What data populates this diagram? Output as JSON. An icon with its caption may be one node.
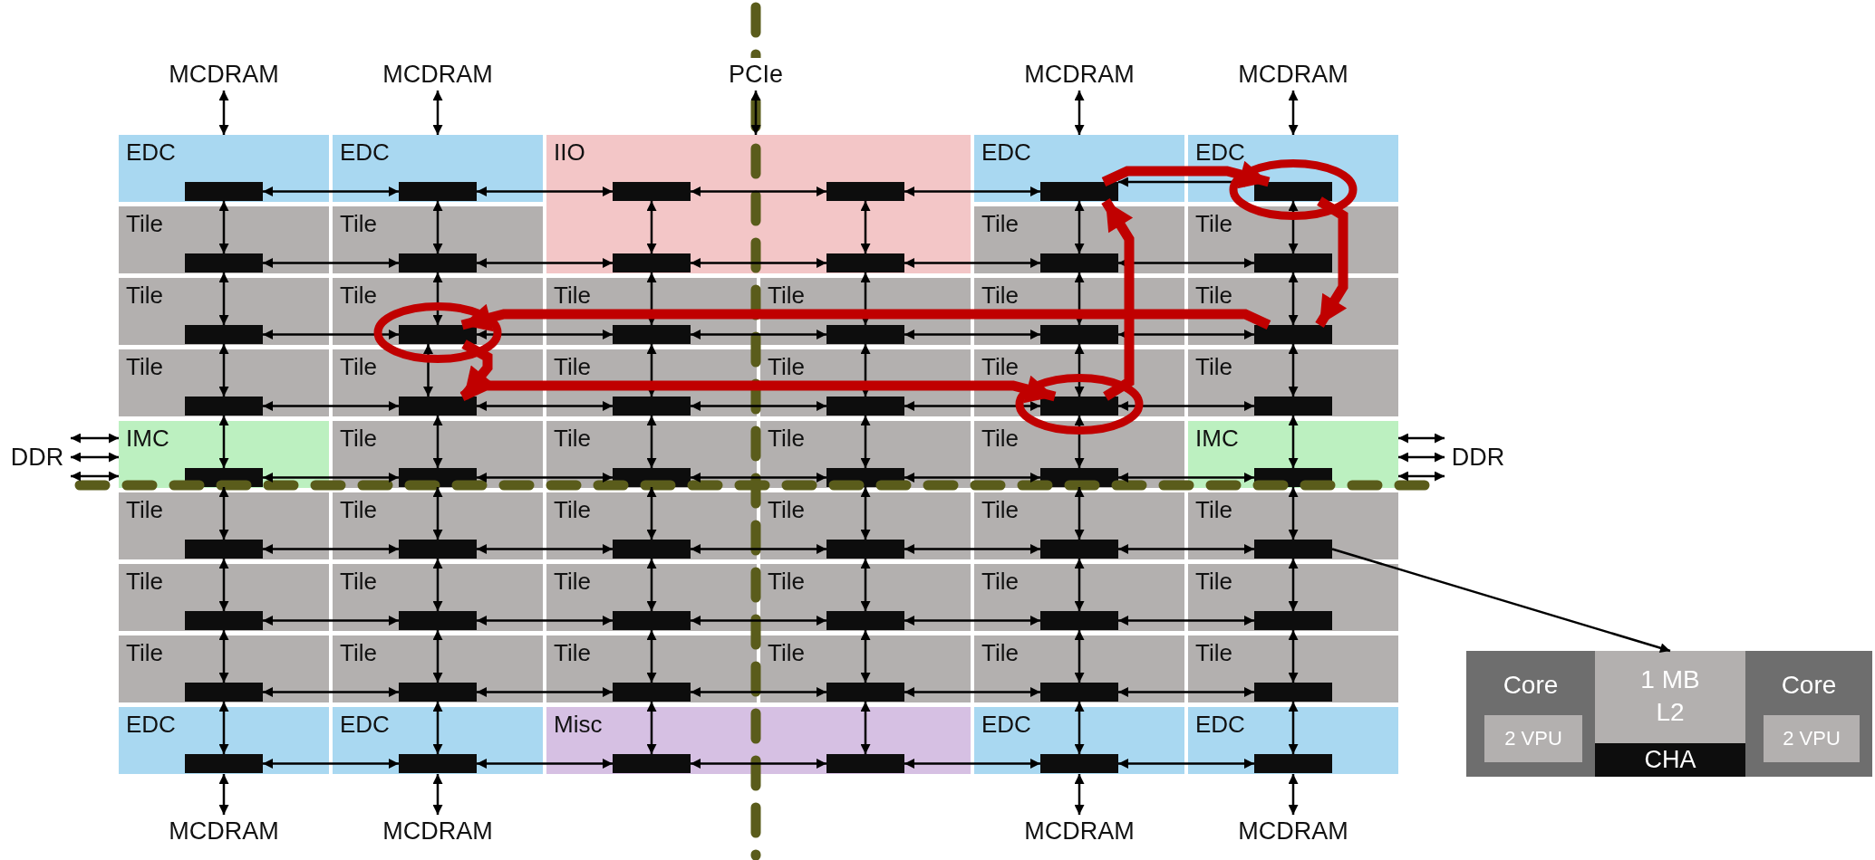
{
  "diagram": {
    "nodes": [
      {
        "text": [
          "MCDRAM"
        ]
      },
      {
        "text": [
          "MCDRAM"
        ]
      },
      {
        "text": [
          "PCIe"
        ]
      },
      {
        "text": [
          "MCDRAM"
        ]
      },
      {
        "text": [
          "MCDRAM"
        ]
      },
      {
        "text": [
          "EDC"
        ]
      },
      {
        "text": [
          "EDC"
        ]
      },
      {
        "text": [
          "IIO"
        ]
      },
      {
        "text": [
          "EDC"
        ]
      },
      {
        "text": [
          "EDC"
        ]
      },
      {
        "text": [
          "Tile"
        ]
      },
      {
        "text": [
          "Tile"
        ]
      },
      {
        "text": [
          "Tile"
        ]
      },
      {
        "text": [
          "Tile"
        ]
      },
      {
        "text": [
          "Tile"
        ]
      },
      {
        "text": [
          "Tile"
        ]
      },
      {
        "text": [
          "Tile"
        ]
      },
      {
        "text": [
          "Tile"
        ]
      },
      {
        "text": [
          "Tile"
        ]
      },
      {
        "text": [
          "Tile"
        ]
      },
      {
        "text": [
          "Tile"
        ]
      },
      {
        "text": [
          "Tile"
        ]
      },
      {
        "text": [
          "Tile"
        ]
      },
      {
        "text": [
          "Tile"
        ]
      },
      {
        "text": [
          "Tile"
        ]
      },
      {
        "text": [
          "Tile"
        ]
      },
      {
        "text": [
          "IMC"
        ]
      },
      {
        "text": [
          "Tile"
        ]
      },
      {
        "text": [
          "Tile"
        ]
      },
      {
        "text": [
          "Tile"
        ]
      },
      {
        "text": [
          "Tile"
        ]
      },
      {
        "text": [
          "IMC"
        ]
      },
      {
        "text": [
          "Tile"
        ]
      },
      {
        "text": [
          "Tile"
        ]
      },
      {
        "text": [
          "Tile"
        ]
      },
      {
        "text": [
          "Tile"
        ]
      },
      {
        "text": [
          "Tile"
        ]
      },
      {
        "text": [
          "Tile"
        ]
      },
      {
        "text": [
          "Tile"
        ]
      },
      {
        "text": [
          "Tile"
        ]
      },
      {
        "text": [
          "Tile"
        ]
      },
      {
        "text": [
          "Tile"
        ]
      },
      {
        "text": [
          "Tile"
        ]
      },
      {
        "text": [
          "Tile"
        ]
      },
      {
        "text": [
          "Tile"
        ]
      },
      {
        "text": [
          "Tile"
        ]
      },
      {
        "text": [
          "Tile"
        ]
      },
      {
        "text": [
          "Tile"
        ]
      },
      {
        "text": [
          "Tile"
        ]
      },
      {
        "text": [
          "Tile"
        ]
      },
      {
        "text": [
          "EDC"
        ]
      },
      {
        "text": [
          "EDC"
        ]
      },
      {
        "text": [
          "Misc"
        ]
      },
      {
        "text": [
          "EDC"
        ]
      },
      {
        "text": [
          "EDC"
        ]
      },
      {
        "text": [
          "DDR"
        ]
      },
      {
        "text": [
          "DDR"
        ]
      },
      {
        "text": [
          "MCDRAM"
        ]
      },
      {
        "text": [
          "MCDRAM"
        ]
      },
      {
        "text": [
          "MCDRAM"
        ]
      },
      {
        "text": [
          "MCDRAM"
        ]
      },
      {
        "text": [],
        "shape": "bar",
        "in": 5
      },
      {
        "text": [],
        "shape": "bar",
        "in": 6
      },
      {
        "text": [],
        "shape": "bar",
        "in": 7
      },
      {
        "text": [],
        "shape": "bar",
        "in": 7
      },
      {
        "text": [],
        "shape": "bar",
        "in": 8
      },
      {
        "text": [],
        "shape": "bar",
        "in": 9
      },
      {
        "text": [],
        "shape": "bar",
        "in": 10
      },
      {
        "text": [],
        "shape": "bar",
        "in": 11
      },
      {
        "text": [],
        "shape": "bar",
        "in": 7
      },
      {
        "text": [],
        "shape": "bar",
        "in": 7
      },
      {
        "text": [],
        "shape": "bar",
        "in": 12
      },
      {
        "text": [],
        "shape": "bar",
        "in": 13
      },
      {
        "text": [],
        "shape": "bar",
        "in": 14
      },
      {
        "text": [],
        "shape": "bar",
        "in": 15
      },
      {
        "text": [],
        "shape": "bar",
        "in": 16
      },
      {
        "text": [],
        "shape": "bar",
        "in": 17
      },
      {
        "text": [],
        "shape": "bar",
        "in": 18
      },
      {
        "text": [],
        "shape": "bar",
        "in": 19
      },
      {
        "text": [],
        "shape": "bar",
        "in": 20
      },
      {
        "text": [],
        "shape": "bar",
        "in": 21
      },
      {
        "text": [],
        "shape": "bar",
        "in": 22
      },
      {
        "text": [],
        "shape": "bar",
        "in": 23
      },
      {
        "text": [],
        "shape": "bar",
        "in": 24
      },
      {
        "text": [],
        "shape": "bar",
        "in": 25
      },
      {
        "text": [],
        "shape": "bar",
        "in": 26
      },
      {
        "text": [],
        "shape": "bar",
        "in": 27
      },
      {
        "text": [],
        "shape": "bar",
        "in": 28
      },
      {
        "text": [],
        "shape": "bar",
        "in": 29
      },
      {
        "text": [],
        "shape": "bar",
        "in": 30
      },
      {
        "text": [],
        "shape": "bar",
        "in": 31
      },
      {
        "text": [],
        "shape": "bar",
        "in": 32
      },
      {
        "text": [],
        "shape": "bar",
        "in": 33
      },
      {
        "text": [],
        "shape": "bar",
        "in": 34
      },
      {
        "text": [],
        "shape": "bar",
        "in": 35
      },
      {
        "text": [],
        "shape": "bar",
        "in": 36
      },
      {
        "text": [],
        "shape": "bar",
        "in": 37
      },
      {
        "text": [],
        "shape": "bar",
        "in": 38
      },
      {
        "text": [],
        "shape": "bar",
        "in": 39
      },
      {
        "text": [],
        "shape": "bar",
        "in": 40
      },
      {
        "text": [],
        "shape": "bar",
        "in": 41
      },
      {
        "text": [],
        "shape": "bar",
        "in": 42
      },
      {
        "text": [],
        "shape": "bar",
        "in": 43
      },
      {
        "text": [],
        "shape": "bar",
        "in": 44
      },
      {
        "text": [],
        "shape": "bar",
        "in": 45
      },
      {
        "text": [],
        "shape": "bar",
        "in": 46
      },
      {
        "text": [],
        "shape": "bar",
        "in": 47
      },
      {
        "text": [],
        "shape": "bar",
        "in": 48
      },
      {
        "text": [],
        "shape": "bar",
        "in": 49
      },
      {
        "text": [],
        "shape": "bar",
        "in": 50
      },
      {
        "text": [],
        "shape": "bar",
        "in": 51
      },
      {
        "text": [],
        "shape": "bar",
        "in": 52
      },
      {
        "text": [],
        "shape": "bar",
        "in": 52
      },
      {
        "text": [],
        "shape": "bar",
        "in": 53
      },
      {
        "text": [],
        "shape": "bar",
        "in": 54
      },
      {
        "text": [
          "Core"
        ]
      },
      {
        "text": [
          "2 VPU"
        ],
        "in": 115
      },
      {
        "text": [
          "1 MB L2"
        ]
      },
      {
        "text": [
          "CHA"
        ],
        "in": 117
      },
      {
        "text": [
          "Core"
        ]
      },
      {
        "text": [
          "2 VPU"
        ],
        "in": 119
      }
    ],
    "edges": [
      {
        "from": 61,
        "to": 62,
        "arrow": "both"
      },
      {
        "from": 62,
        "to": 63,
        "arrow": "both"
      },
      {
        "from": 63,
        "to": 64,
        "arrow": "both"
      },
      {
        "from": 64,
        "to": 65,
        "arrow": "both"
      },
      {
        "from": 65,
        "to": 66,
        "arrow": "both"
      },
      {
        "from": 67,
        "to": 68,
        "arrow": "both"
      },
      {
        "from": 68,
        "to": 69,
        "arrow": "both"
      },
      {
        "from": 69,
        "to": 70,
        "arrow": "both"
      },
      {
        "from": 70,
        "to": 71,
        "arrow": "both"
      },
      {
        "from": 71,
        "to": 72,
        "arrow": "both"
      },
      {
        "from": 73,
        "to": 74,
        "arrow": "both"
      },
      {
        "from": 74,
        "to": 75,
        "arrow": "both"
      },
      {
        "from": 75,
        "to": 76,
        "arrow": "both"
      },
      {
        "from": 76,
        "to": 77,
        "arrow": "both"
      },
      {
        "from": 77,
        "to": 78,
        "arrow": "both"
      },
      {
        "from": 79,
        "to": 80,
        "arrow": "both"
      },
      {
        "from": 80,
        "to": 81,
        "arrow": "both"
      },
      {
        "from": 81,
        "to": 82,
        "arrow": "both"
      },
      {
        "from": 82,
        "to": 83,
        "arrow": "both"
      },
      {
        "from": 83,
        "to": 84,
        "arrow": "both"
      },
      {
        "from": 85,
        "to": 86,
        "arrow": "both"
      },
      {
        "from": 86,
        "to": 87,
        "arrow": "both"
      },
      {
        "from": 87,
        "to": 88,
        "arrow": "both"
      },
      {
        "from": 88,
        "to": 89,
        "arrow": "both"
      },
      {
        "from": 89,
        "to": 90,
        "arrow": "both"
      },
      {
        "from": 91,
        "to": 92,
        "arrow": "both"
      },
      {
        "from": 92,
        "to": 93,
        "arrow": "both"
      },
      {
        "from": 93,
        "to": 94,
        "arrow": "both"
      },
      {
        "from": 94,
        "to": 95,
        "arrow": "both"
      },
      {
        "from": 95,
        "to": 96,
        "arrow": "both"
      },
      {
        "from": 97,
        "to": 98,
        "arrow": "both"
      },
      {
        "from": 98,
        "to": 99,
        "arrow": "both"
      },
      {
        "from": 99,
        "to": 100,
        "arrow": "both"
      },
      {
        "from": 100,
        "to": 101,
        "arrow": "both"
      },
      {
        "from": 101,
        "to": 102,
        "arrow": "both"
      },
      {
        "from": 103,
        "to": 104,
        "arrow": "both"
      },
      {
        "from": 104,
        "to": 105,
        "arrow": "both"
      },
      {
        "from": 105,
        "to": 106,
        "arrow": "both"
      },
      {
        "from": 106,
        "to": 107,
        "arrow": "both"
      },
      {
        "from": 107,
        "to": 108,
        "arrow": "both"
      },
      {
        "from": 109,
        "to": 110,
        "arrow": "both"
      },
      {
        "from": 110,
        "to": 111,
        "arrow": "both"
      },
      {
        "from": 111,
        "to": 112,
        "arrow": "both"
      },
      {
        "from": 112,
        "to": 113,
        "arrow": "both"
      },
      {
        "from": 113,
        "to": 114,
        "arrow": "both"
      },
      {
        "from": 61,
        "to": 67,
        "arrow": "both"
      },
      {
        "from": 62,
        "to": 68,
        "arrow": "both"
      },
      {
        "from": 63,
        "to": 69,
        "arrow": "both"
      },
      {
        "from": 64,
        "to": 70,
        "arrow": "both"
      },
      {
        "from": 65,
        "to": 71,
        "arrow": "both"
      },
      {
        "from": 66,
        "to": 72,
        "arrow": "both"
      },
      {
        "from": 67,
        "to": 73,
        "arrow": "both"
      },
      {
        "from": 68,
        "to": 74,
        "arrow": "both"
      },
      {
        "from": 69,
        "to": 75,
        "arrow": "both"
      },
      {
        "from": 70,
        "to": 76,
        "arrow": "both"
      },
      {
        "from": 71,
        "to": 77,
        "arrow": "both"
      },
      {
        "from": 72,
        "to": 78,
        "arrow": "both"
      },
      {
        "from": 73,
        "to": 79,
        "arrow": "both"
      },
      {
        "from": 74,
        "to": 80,
        "arrow": "both"
      },
      {
        "from": 75,
        "to": 81,
        "arrow": "both"
      },
      {
        "from": 76,
        "to": 82,
        "arrow": "both"
      },
      {
        "from": 77,
        "to": 83,
        "arrow": "both"
      },
      {
        "from": 78,
        "to": 84,
        "arrow": "both"
      },
      {
        "from": 79,
        "to": 85,
        "arrow": "both"
      },
      {
        "from": 80,
        "to": 86,
        "arrow": "both"
      },
      {
        "from": 81,
        "to": 87,
        "arrow": "both"
      },
      {
        "from": 82,
        "to": 88,
        "arrow": "both"
      },
      {
        "from": 83,
        "to": 89,
        "arrow": "both"
      },
      {
        "from": 84,
        "to": 90,
        "arrow": "both"
      },
      {
        "from": 85,
        "to": 91,
        "arrow": "both"
      },
      {
        "from": 86,
        "to": 92,
        "arrow": "both"
      },
      {
        "from": 87,
        "to": 93,
        "arrow": "both"
      },
      {
        "from": 88,
        "to": 94,
        "arrow": "both"
      },
      {
        "from": 89,
        "to": 95,
        "arrow": "both"
      },
      {
        "from": 90,
        "to": 96,
        "arrow": "both"
      },
      {
        "from": 91,
        "to": 97,
        "arrow": "both"
      },
      {
        "from": 92,
        "to": 98,
        "arrow": "both"
      },
      {
        "from": 93,
        "to": 99,
        "arrow": "both"
      },
      {
        "from": 94,
        "to": 100,
        "arrow": "both"
      },
      {
        "from": 95,
        "to": 101,
        "arrow": "both"
      },
      {
        "from": 96,
        "to": 102,
        "arrow": "both"
      },
      {
        "from": 97,
        "to": 103,
        "arrow": "both"
      },
      {
        "from": 98,
        "to": 104,
        "arrow": "both"
      },
      {
        "from": 99,
        "to": 105,
        "arrow": "both"
      },
      {
        "from": 100,
        "to": 106,
        "arrow": "both"
      },
      {
        "from": 101,
        "to": 107,
        "arrow": "both"
      },
      {
        "from": 102,
        "to": 108,
        "arrow": "both"
      },
      {
        "from": 103,
        "to": 109,
        "arrow": "both"
      },
      {
        "from": 104,
        "to": 110,
        "arrow": "both"
      },
      {
        "from": 105,
        "to": 111,
        "arrow": "both"
      },
      {
        "from": 106,
        "to": 112,
        "arrow": "both"
      },
      {
        "from": 107,
        "to": 113,
        "arrow": "both"
      },
      {
        "from": 108,
        "to": 114,
        "arrow": "both"
      },
      {
        "from": 0,
        "to": 5,
        "arrow": "both"
      },
      {
        "from": 1,
        "to": 6,
        "arrow": "both"
      },
      {
        "from": 2,
        "to": 7,
        "arrow": "both"
      },
      {
        "from": 3,
        "to": 8,
        "arrow": "both"
      },
      {
        "from": 4,
        "to": 9,
        "arrow": "both"
      },
      {
        "from": 55,
        "to": 26,
        "arrow": "both"
      },
      {
        "from": 55,
        "to": 26,
        "arrow": "both"
      },
      {
        "from": 55,
        "to": 26,
        "arrow": "both"
      },
      {
        "from": 56,
        "to": 31,
        "arrow": "both"
      },
      {
        "from": 56,
        "to": 31,
        "arrow": "both"
      },
      {
        "from": 56,
        "to": 31,
        "arrow": "both"
      },
      {
        "from": 50,
        "to": 57,
        "arrow": "both"
      },
      {
        "from": 51,
        "to": 58,
        "arrow": "both"
      },
      {
        "from": 53,
        "to": 59,
        "arrow": "both"
      },
      {
        "from": 54,
        "to": 60,
        "arrow": "both"
      },
      {
        "from": 83,
        "to": 65,
        "arrow": "to",
        "style": "thick",
        "color": "#c00000"
      },
      {
        "from": 65,
        "to": 66,
        "arrow": "to",
        "style": "thick",
        "color": "#c00000"
      },
      {
        "from": 66,
        "to": 78,
        "arrow": "to",
        "style": "thick",
        "color": "#c00000"
      },
      {
        "from": 78,
        "to": 74,
        "arrow": "to",
        "style": "thick",
        "color": "#c00000"
      },
      {
        "from": 74,
        "to": 80,
        "arrow": "to",
        "style": "thick",
        "color": "#c00000"
      },
      {
        "from": 80,
        "to": 83,
        "arrow": "to",
        "style": "thick",
        "color": "#c00000"
      },
      {
        "from": 96,
        "to": 117,
        "arrow": "to"
      }
    ]
  }
}
